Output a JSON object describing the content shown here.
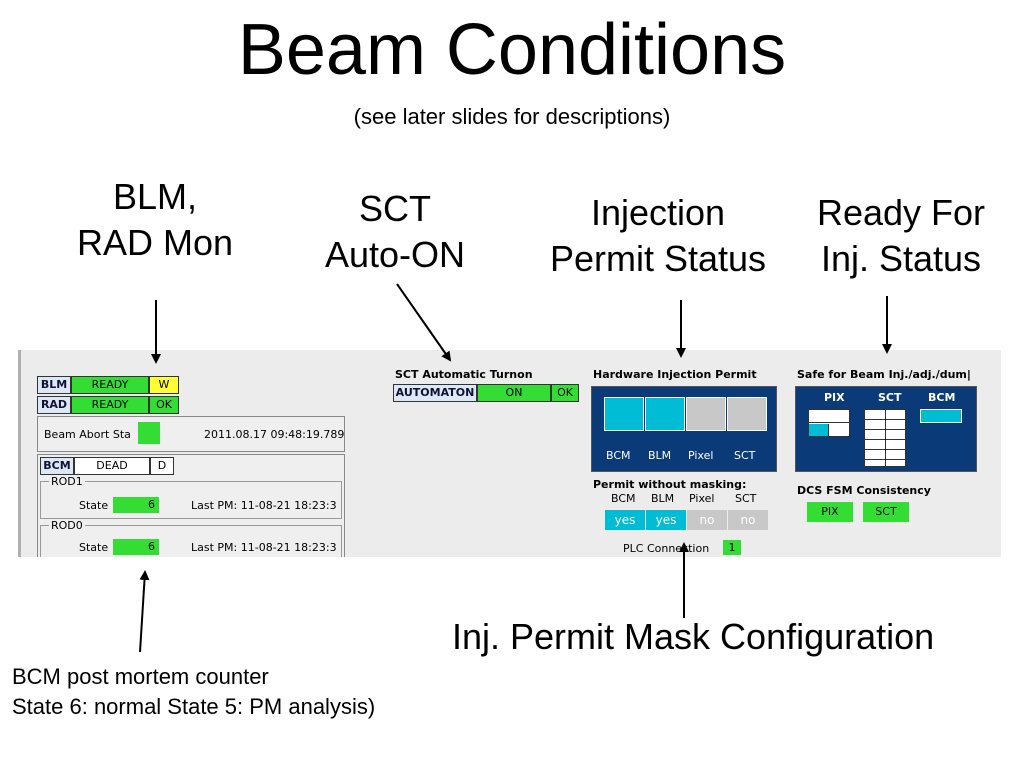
{
  "slide": {
    "title": "Beam Conditions",
    "subtitle": "(see later slides for descriptions)"
  },
  "annotations": {
    "blm": [
      "BLM,",
      "RAD Mon"
    ],
    "sct": [
      "SCT",
      "Auto-ON"
    ],
    "injection": [
      "Injection",
      "Permit Status"
    ],
    "ready": [
      "Ready For",
      "Inj. Status"
    ],
    "mask": "Inj. Permit Mask Configuration",
    "bcm_counter": [
      "BCM post mortem counter",
      "State 6: normal State 5: PM analysis)"
    ]
  },
  "panel": {
    "blm": {
      "label": "BLM",
      "state": "READY",
      "flag": "W"
    },
    "rad": {
      "label": "RAD",
      "state": "READY",
      "flag": "OK"
    },
    "beam_abort": {
      "label": "Beam Abort Sta",
      "timestamp": "2011.08.17 09:48:19.789"
    },
    "bcm": {
      "label": "BCM",
      "state": "DEAD",
      "flag": "D"
    },
    "rods": [
      {
        "name": "ROD1",
        "state_label": "State",
        "state": "6",
        "last_pm": "Last PM: 11-08-21 18:23:3"
      },
      {
        "name": "ROD0",
        "state_label": "State",
        "state": "6",
        "last_pm": "Last PM: 11-08-21 18:23:3"
      }
    ],
    "sct": {
      "heading": "SCT Automatic Turnon",
      "label": "AUTOMATON",
      "state": "ON",
      "flag": "OK"
    },
    "hw_permit": {
      "heading": "Hardware Injection Permit",
      "labels": [
        "BCM",
        "BLM",
        "Pixel",
        "SCT"
      ],
      "states": [
        "on",
        "on",
        "off",
        "off"
      ]
    },
    "masking": {
      "heading": "Permit without masking:",
      "labels": [
        "BCM",
        "BLM",
        "Pixel",
        "SCT"
      ],
      "values": [
        "yes",
        "yes",
        "no",
        "no"
      ]
    },
    "plc": {
      "label": "PLC Connection",
      "value": "1"
    },
    "safe": {
      "heading": "Safe for Beam Inj./adj./dum|",
      "labels": [
        "PIX",
        "SCT",
        "BCM"
      ]
    },
    "dcs": {
      "heading": "DCS FSM Consistency",
      "items": [
        "PIX",
        "SCT"
      ]
    }
  },
  "colors": {
    "green": "#33dd33",
    "yellow": "#ffff33",
    "cyan": "#00bcd4",
    "navy": "#0a3a78",
    "gray": "#c8c8c8"
  }
}
